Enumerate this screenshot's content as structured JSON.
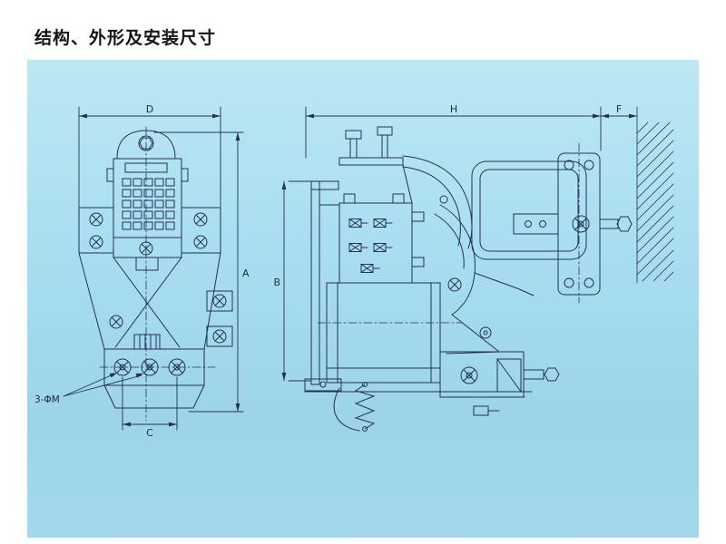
{
  "page": {
    "title": "结构、外形及安装尺寸"
  },
  "panel": {
    "bg_color_top": "#bce7f4",
    "bg_color_bottom": "#9dd4e9",
    "line_color": "#223158"
  },
  "diagram": {
    "type": "engineering-drawing",
    "description_views": [
      "front-view",
      "side-view"
    ],
    "labels": {
      "dim_d": "D",
      "dim_a": "A",
      "dim_c": "C",
      "dim_h": "H",
      "dim_f": "F",
      "dim_b": "B",
      "mounting_holes": "3-ΦM"
    }
  }
}
